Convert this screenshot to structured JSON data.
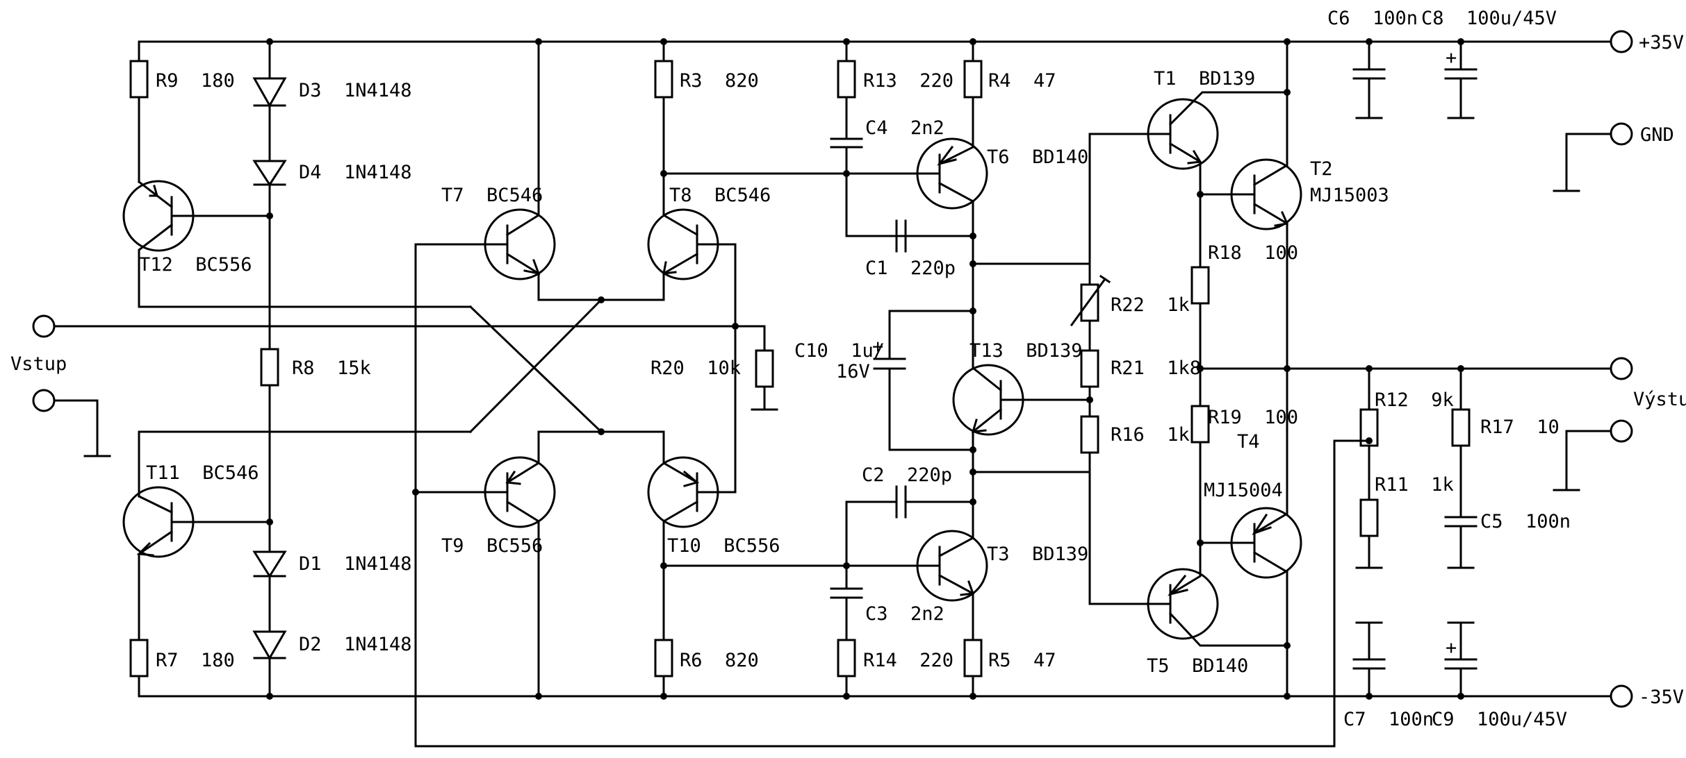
{
  "terminals": {
    "vplus": "+35V",
    "gnd": "GND",
    "vminus": "-35V",
    "input": "Vstup",
    "output": "Výstup"
  },
  "components": {
    "r9": "R9  180",
    "d3": "D3  1N4148",
    "d4": "D4  1N4148",
    "t12": "T12  BC556",
    "r8": "R8  15k",
    "t11": "T11  BC546",
    "d1": "D1  1N4148",
    "d2": "D2  1N4148",
    "r7": "R7  180",
    "t7": "T7  BC546",
    "t8": "T8  BC546",
    "t9": "T9  BC556",
    "t10": "T10  BC556",
    "r3": "R3  820",
    "r6": "R6  820",
    "r20": "R20  10k",
    "r13": "R13  220",
    "c4": "C4  2n2",
    "r4": "R4  47",
    "t6": "T6  BD140",
    "c1": "C1  220p",
    "c10a": "C10  1u/",
    "c10b": "16V",
    "t13": "T13  BD139",
    "c2": "C2  220p",
    "t3": "T3  BD139",
    "c3": "C3  2n2",
    "r14": "R14  220",
    "r5": "R5  47",
    "r22": "R22  1k",
    "r21": "R21  1k8",
    "r16": "R16  1k",
    "t1": "T1  BD139",
    "t2a": "T2",
    "t2b": "MJ15003",
    "r18": "R18  100",
    "r19": "R19  100",
    "t4a": "T4",
    "t4b": "MJ15004",
    "t5": "T5  BD140",
    "c6": "C6  100n",
    "c8": "C8  100u/45V",
    "c7": "C7  100n",
    "c9": "C9  100u/45V",
    "r12": "R12  9k",
    "r11": "R11  1k",
    "r17": "R17  10",
    "c5": "C5  100n"
  }
}
